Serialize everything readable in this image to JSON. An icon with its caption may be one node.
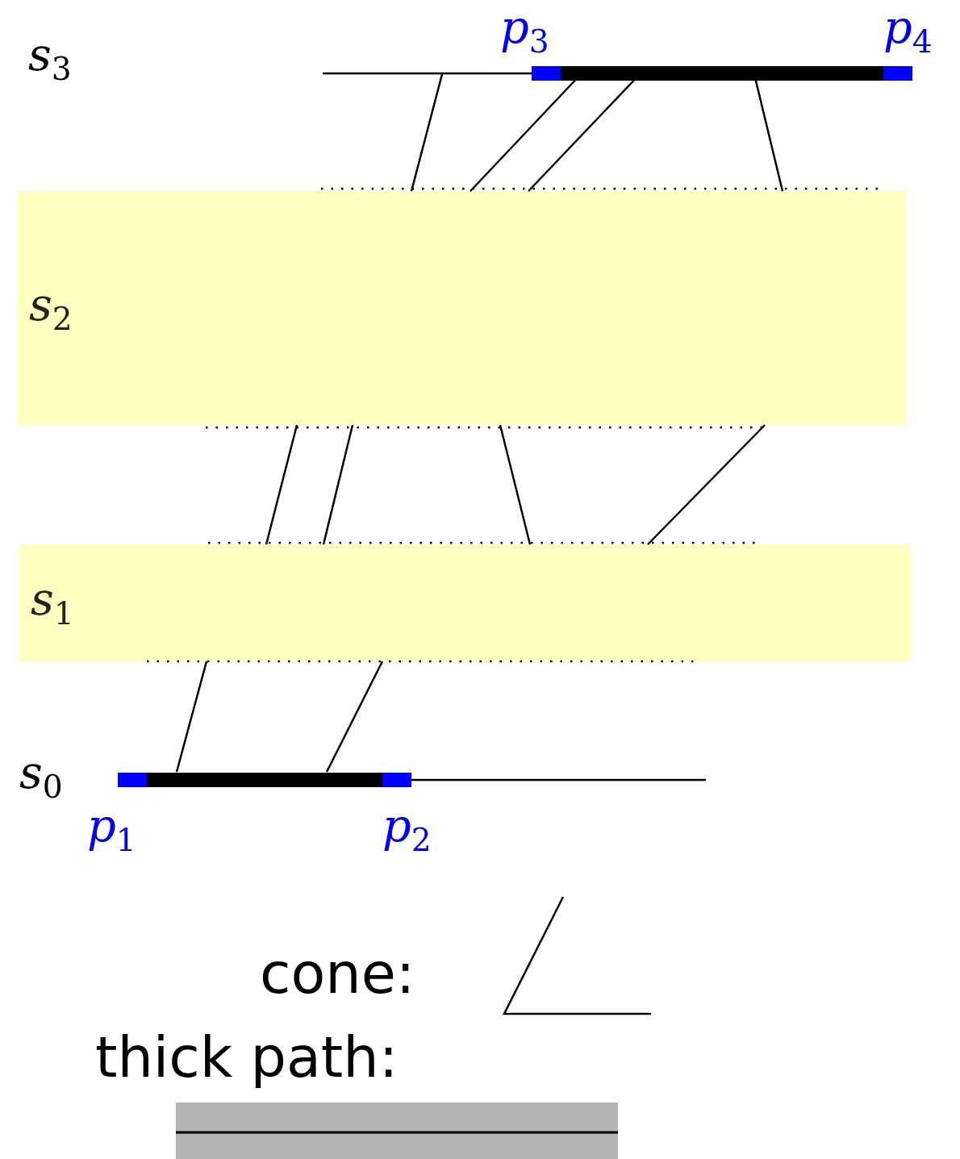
{
  "diagram": {
    "nodes": [
      {
        "text": [],
        "shape": "bar"
      },
      {
        "text": [
          "s$_{2}$"
        ]
      },
      {
        "text": [
          "s$_{1}$"
        ]
      },
      {
        "text": [],
        "shape": "bar"
      }
    ],
    "edges": [
      {
        "from": 0,
        "to": 1,
        "arrow": "none"
      },
      {
        "from": 0,
        "to": 1,
        "arrow": "none"
      },
      {
        "from": 0,
        "to": 1,
        "arrow": "none"
      },
      {
        "from": 0,
        "to": 1,
        "arrow": "none"
      },
      {
        "from": 1,
        "to": 2,
        "arrow": "none"
      },
      {
        "from": 1,
        "to": 2,
        "arrow": "none"
      },
      {
        "from": 1,
        "to": 2,
        "arrow": "none"
      },
      {
        "from": 1,
        "to": 2,
        "arrow": "none"
      },
      {
        "from": 2,
        "to": 3,
        "arrow": "none"
      },
      {
        "from": 2,
        "to": 3,
        "arrow": "none"
      }
    ],
    "labels": [
      "p$_{3}$",
      "p$_{4}$",
      "s$_{3}$",
      "s$_{0}$",
      "p$_{1}$",
      "p$_{2}$",
      "cone:",
      "thick path:"
    ]
  }
}
